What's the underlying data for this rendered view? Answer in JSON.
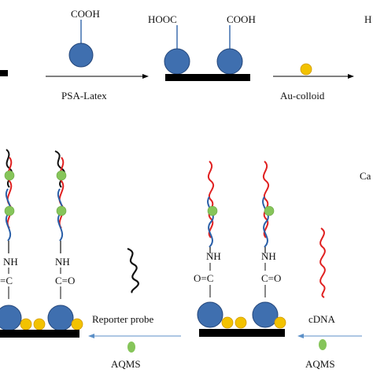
{
  "labels": {
    "cooh": "COOH",
    "hooc": "HOOC",
    "psa_latex": "PSA-Latex",
    "au_colloid": "Au-colloid",
    "reporter_probe": "Reporter probe",
    "cdna": "cDNA",
    "aqms": "AQMS",
    "nh": "NH",
    "c_eq_o": "C=O",
    "o_eq_c": "O=C",
    "eq_c": "=C",
    "edge_h": "H",
    "edge_ca": "Ca"
  },
  "colors": {
    "bead_fill": "#3f6faf",
    "bead_stroke": "#24467a",
    "gold": "#f2c200",
    "gold_stroke": "#d19a00",
    "aqms": "#86c55a",
    "substrate": "#000000",
    "arrow_dark": "#000000",
    "arrow_blue": "#5b8fc7",
    "dna_red": "#e02020",
    "dna_blue": "#2a5fa8",
    "dna_black": "#111111"
  }
}
